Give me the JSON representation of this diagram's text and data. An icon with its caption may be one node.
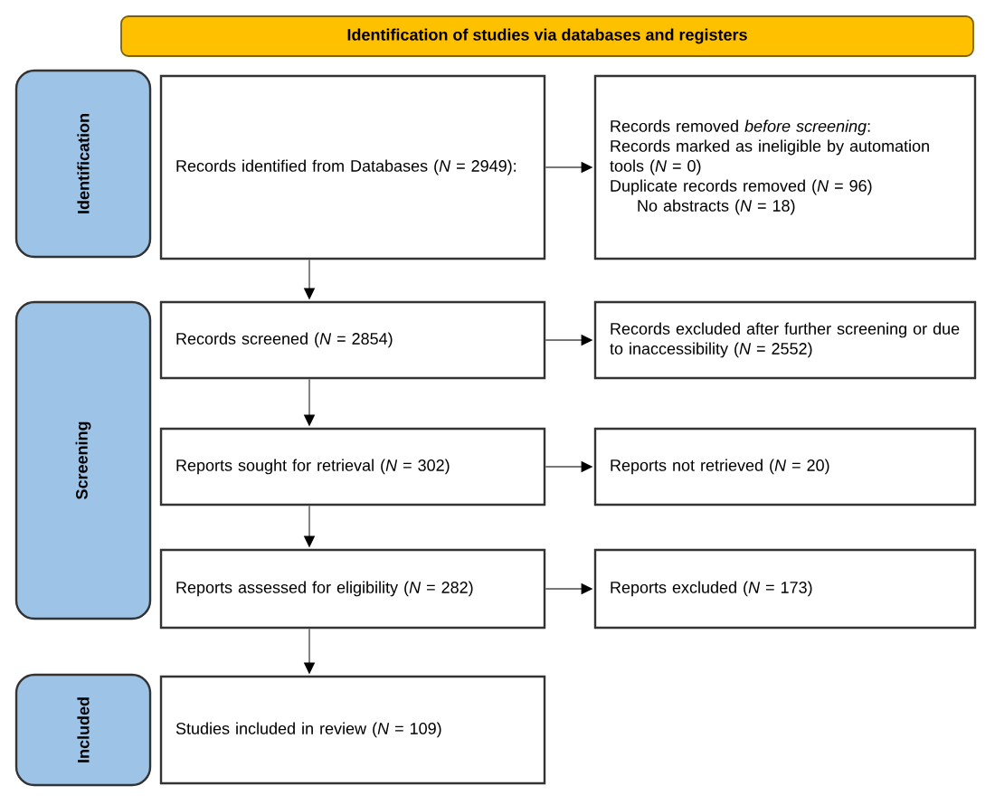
{
  "diagram": {
    "nodes": [
      {
        "text": [
          "Identification of studies via databases and registers"
        ]
      },
      {
        "text": [
          "Identification"
        ]
      },
      {
        "text": [
          "Records identified from Databases (*N* = 2949):"
        ]
      },
      {
        "text": [
          "Records removed *before screening*:",
          "Records marked as ineligible by automation tools (*N* = 0)",
          "Duplicate records removed (*N* = 96)",
          "No abstracts (*N* = 18)"
        ]
      },
      {
        "text": [
          "Screening"
        ]
      },
      {
        "text": [
          "Records screened (*N* = 2854)"
        ]
      },
      {
        "text": [
          "Records excluded after further screening or due to inaccessibility (*N* = 2552)"
        ]
      },
      {
        "text": [
          "Reports sought for retrieval (*N* = 302)"
        ]
      },
      {
        "text": [
          "Reports not retrieved (*N* = 20)"
        ]
      },
      {
        "text": [
          "Reports assessed for eligibility (*N* = 282)"
        ]
      },
      {
        "text": [
          "Reports excluded (*N* = 173)"
        ]
      },
      {
        "text": [
          "Included"
        ]
      },
      {
        "text": [
          "Studies included in review (*N* = 109)"
        ]
      }
    ],
    "edges": [
      {
        "from": 2,
        "to": 3,
        "arrow": "to"
      },
      {
        "from": 2,
        "to": 5,
        "arrow": "to"
      },
      {
        "from": 5,
        "to": 6,
        "arrow": "to"
      },
      {
        "from": 5,
        "to": 7,
        "arrow": "to"
      },
      {
        "from": 7,
        "to": 8,
        "arrow": "to"
      },
      {
        "from": 7,
        "to": 9,
        "arrow": "to"
      },
      {
        "from": 9,
        "to": 10,
        "arrow": "to"
      },
      {
        "from": 9,
        "to": 12,
        "arrow": "to"
      }
    ]
  }
}
